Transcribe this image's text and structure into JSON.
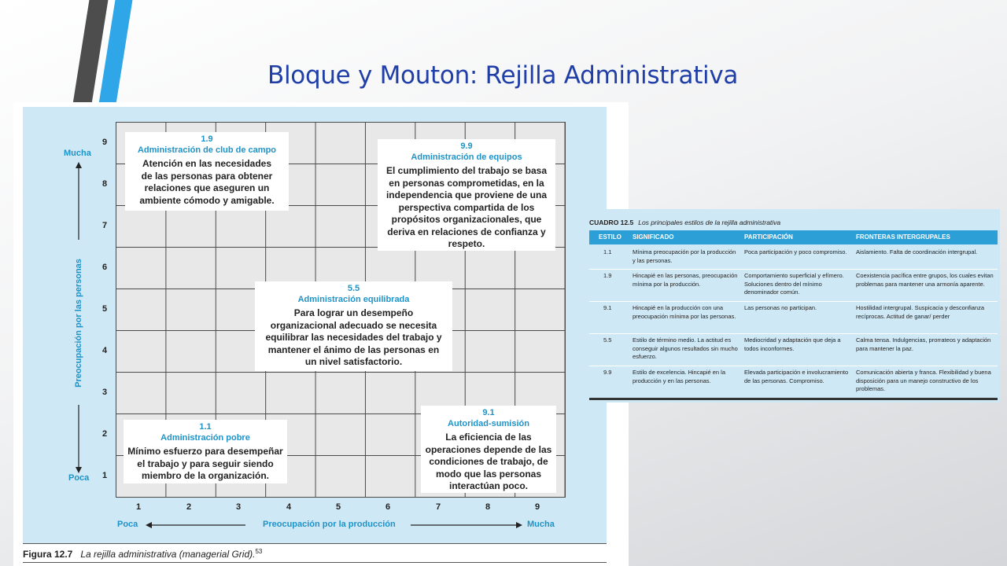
{
  "slide_title": "Bloque y Mouton:  Rejilla Administrativa",
  "figure": {
    "y_ticks": [
      "9",
      "8",
      "7",
      "6",
      "5",
      "4",
      "3",
      "2",
      "1"
    ],
    "x_ticks": [
      "1",
      "2",
      "3",
      "4",
      "5",
      "6",
      "7",
      "8",
      "9"
    ],
    "y_high": "Mucha",
    "y_low": "Poca",
    "y_axis_label": "Preocupación por las personas",
    "x_low": "Poca",
    "x_high": "Mucha",
    "x_axis_label": "Preocupación por la producción",
    "boxes": {
      "b19": {
        "num": "1.9",
        "name": "Administración de club de campo",
        "desc": "Atención en las necesidades de las personas para obtener relaciones que aseguren un ambiente cómodo y amigable."
      },
      "b99": {
        "num": "9.9",
        "name": "Administración de equipos",
        "desc": "El cumplimiento del trabajo se basa en personas comprometidas, en la independencia que proviene de una perspectiva compartida de los propósitos organizacionales, que deriva en relaciones de confianza y respeto."
      },
      "b55": {
        "num": "5.5",
        "name": "Administración equilibrada",
        "desc": "Para lograr un desempeño organizacional adecuado se necesita equilibrar las necesidades del trabajo y mantener el ánimo de las personas en un nivel satisfactorio."
      },
      "b11": {
        "num": "1.1",
        "name": "Administración pobre",
        "desc": "Mínimo esfuerzo para desempeñar el trabajo y para seguir siendo miembro de la organización."
      },
      "b91": {
        "num": "9.1",
        "name": "Autoridad-sumisión",
        "desc": "La eficiencia de las operaciones depende de las condiciones de trabajo, de modo que las personas interactúan poco."
      }
    },
    "caption_label": "Figura 12.7",
    "caption_text": "La rejilla administrativa (managerial Grid).",
    "caption_ref": "53"
  },
  "table": {
    "caption_label": "CUADRO 12.5",
    "caption_text": "Los principales estilos de la rejilla administrativa",
    "headers": [
      "ESTILO",
      "SIGNIFICADO",
      "PARTICIPACIÓN",
      "FRONTERAS INTERGRUPALES"
    ],
    "rows": [
      [
        "1.1",
        "Mínima preocupación por la producción y las personas.",
        "Poca participación y poco compromiso.",
        "Aislamiento. Falta de coordinación intergrupal."
      ],
      [
        "1.9",
        "Hincapié en las personas, preocupación mínima por la producción.",
        "Comportamiento superficial y efímero. Soluciones dentro del mínimo denominador común.",
        "Coexistencia pacífica entre grupos, los cuales evitan problemas para mantener una armonía aparente."
      ],
      [
        "9.1",
        "Hincapié en la producción con una preocupación mínima por las personas.",
        "Las personas no participan.",
        "Hostilidad intergrupal. Suspicacia y desconfianza recíprocas. Actitud de ganar/ perder"
      ],
      [
        "5.5",
        "Estilo de término medio. La actitud es conseguir algunos resultados sin mucho esfuerzo.",
        "Mediocridad y adaptación que deja a todos inconformes.",
        "Calma tensa. Indulgencias, prorrateos y adaptación para mantener la paz."
      ],
      [
        "9.9",
        "Estilo de excelencia. Hincapié en la producción y en las personas.",
        "Elevada participación e involucramiento de las personas. Compromiso.",
        "Comunicación abierta y franca. Flexibilidad y buena disposición para un manejo constructivo de los problemas."
      ]
    ]
  }
}
